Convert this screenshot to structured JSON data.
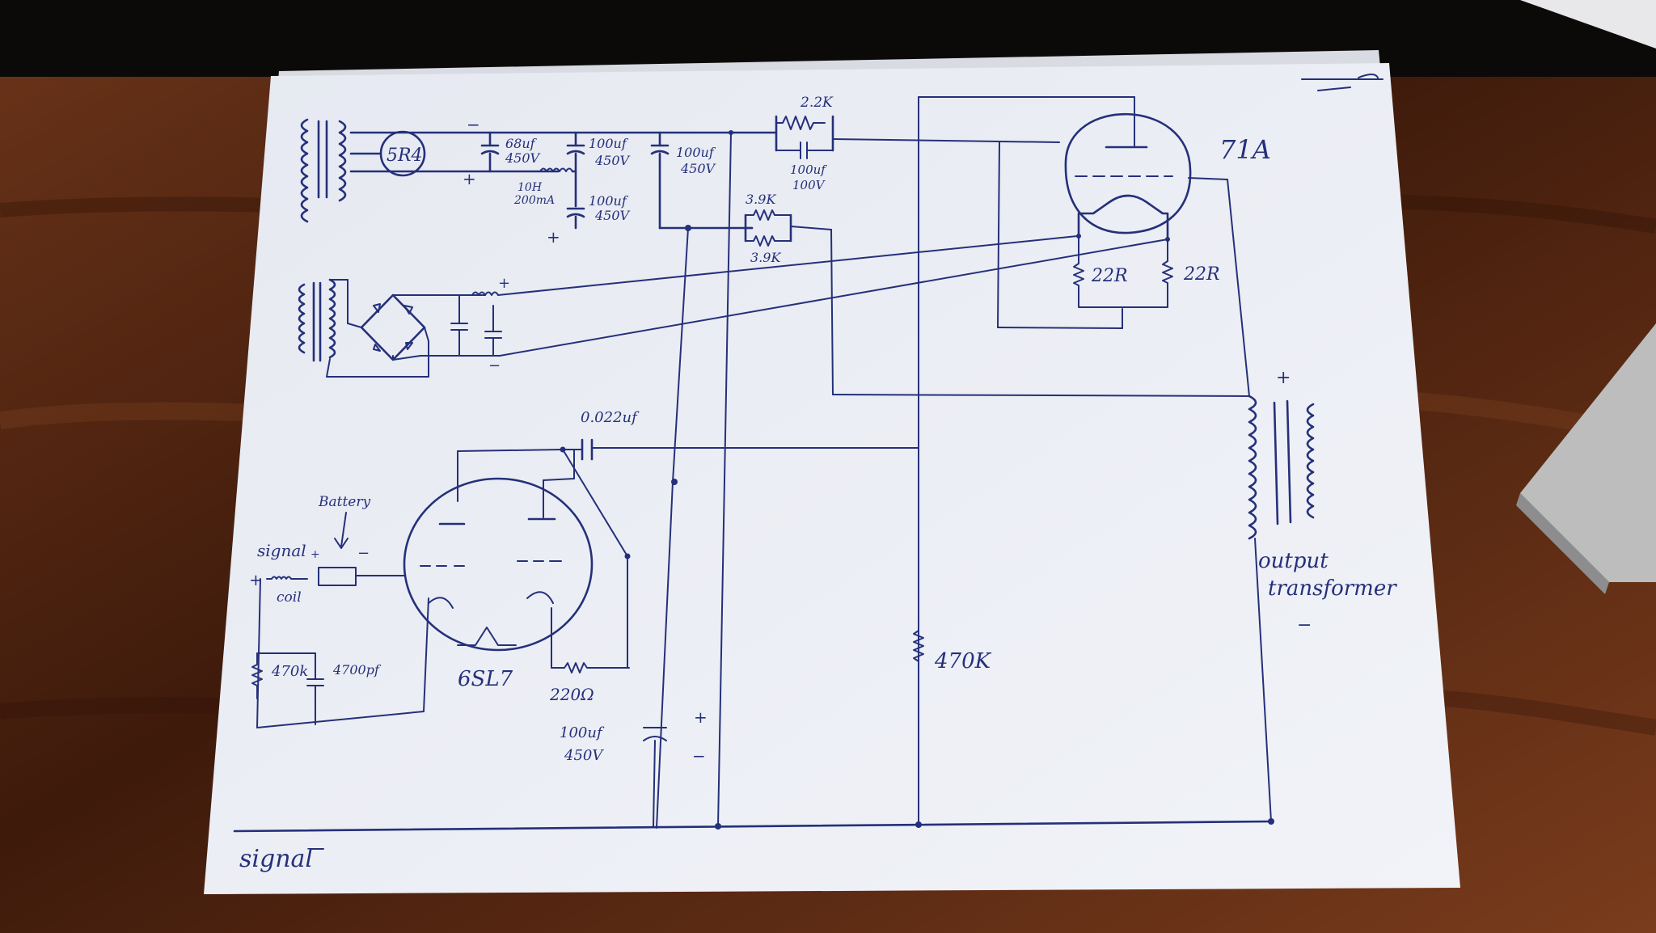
{
  "labels": {
    "rect_tube": "5R4",
    "c1_value": "68uf",
    "c1_voltage": "450V",
    "choke_ind": "10H",
    "choke_cur": "200mA",
    "c2_value": "100uf",
    "c2_voltage": "450V",
    "c3_value": "100uf",
    "c3_voltage": "450V",
    "c4_value": "100uf",
    "c4_voltage": "450V",
    "r_22k": "2.2K",
    "c_byp_value": "100uf",
    "c_byp_voltage": "100V",
    "r_39k_top": "3.9K",
    "r_39k_bot": "3.9K",
    "power_tube": "71A",
    "r_22r_left": "22R",
    "r_22r_right": "22R",
    "coupling_cap": "0.022uf",
    "battery": "Battery",
    "signal_plus": "signal",
    "coil": "coil",
    "grid_res": "470k",
    "grid_cap": "4700pf",
    "driver_tube": "6SL7",
    "cathode_res": "220Ω",
    "bulk_cap_value": "100uf",
    "bulk_cap_voltage": "450V",
    "grid_leak": "470K",
    "output_transformer_1": "output",
    "output_transformer_2": "transformer",
    "signal_minus": "signal",
    "plus": "+",
    "minus": "−"
  },
  "colors": {
    "ink": "#25307a",
    "paper": "#e9ecf3",
    "wood": "#5a2a14"
  }
}
